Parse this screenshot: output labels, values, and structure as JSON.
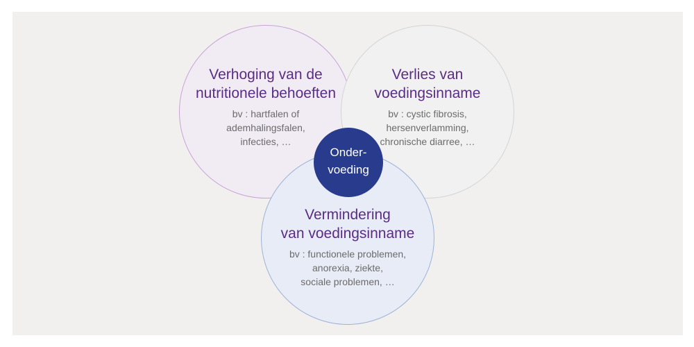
{
  "diagram": {
    "center": {
      "lines": [
        "Onder-",
        "voeding"
      ]
    },
    "left": {
      "title_lines": [
        "Verhoging van de",
        "nutritionele behoeften"
      ],
      "body_lines": [
        "bv : hartfalen of",
        "ademhalingsfalen,",
        "infecties, …"
      ]
    },
    "right": {
      "title_lines": [
        "Verlies van",
        "voedingsinname"
      ],
      "body_lines": [
        "bv : cystic fibrosis,",
        "hersenverlamming,",
        "chronische diarree, …"
      ]
    },
    "bottom": {
      "title_lines": [
        "Vermindering",
        "van voedingsinname"
      ],
      "body_lines": [
        "bv : functionele problemen,",
        "anorexia, ziekte,",
        "sociale problemen, …"
      ]
    },
    "colors": {
      "panel_background": "#f1f0ef",
      "left_fill": "#f1ebf3",
      "left_border": "#c8a3d6",
      "right_fill": "#f1f1f1",
      "right_border": "#d4d4d4",
      "bottom_fill": "#e8ecf6",
      "bottom_border": "#9cb2d6",
      "center_fill": "#283b8c",
      "title_text": "#5a2c86",
      "body_text": "#6b6b6b"
    }
  }
}
